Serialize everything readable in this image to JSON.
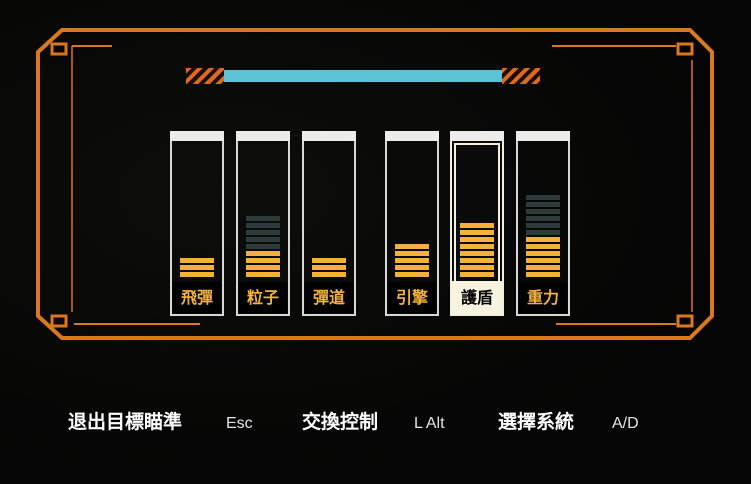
{
  "colors": {
    "frame": "#d9781d",
    "accent": "#f4b13a",
    "power": "#5bc3d3",
    "hatch": "#e06a1c",
    "segment_off": "#2f3a3a",
    "selected": "#f6f3df"
  },
  "power_bar": {
    "fill_fraction": 1.0
  },
  "systems": [
    {
      "label": "飛彈",
      "level": 3,
      "max": 3,
      "selected": false
    },
    {
      "label": "粒子",
      "level": 4,
      "max": 9,
      "selected": false
    },
    {
      "label": "彈道",
      "level": 3,
      "max": 3,
      "selected": false
    },
    {
      "label": "引擎",
      "level": 5,
      "max": 5,
      "selected": false
    },
    {
      "label": "護盾",
      "level": 8,
      "max": 8,
      "selected": true
    },
    {
      "label": "重力",
      "level": 6,
      "max": 12,
      "selected": false
    }
  ],
  "controls": [
    {
      "action": "退出目標瞄準",
      "key": "Esc"
    },
    {
      "action": "交換控制",
      "key": "L Alt"
    },
    {
      "action": "選擇系統",
      "key": "A/D"
    }
  ]
}
